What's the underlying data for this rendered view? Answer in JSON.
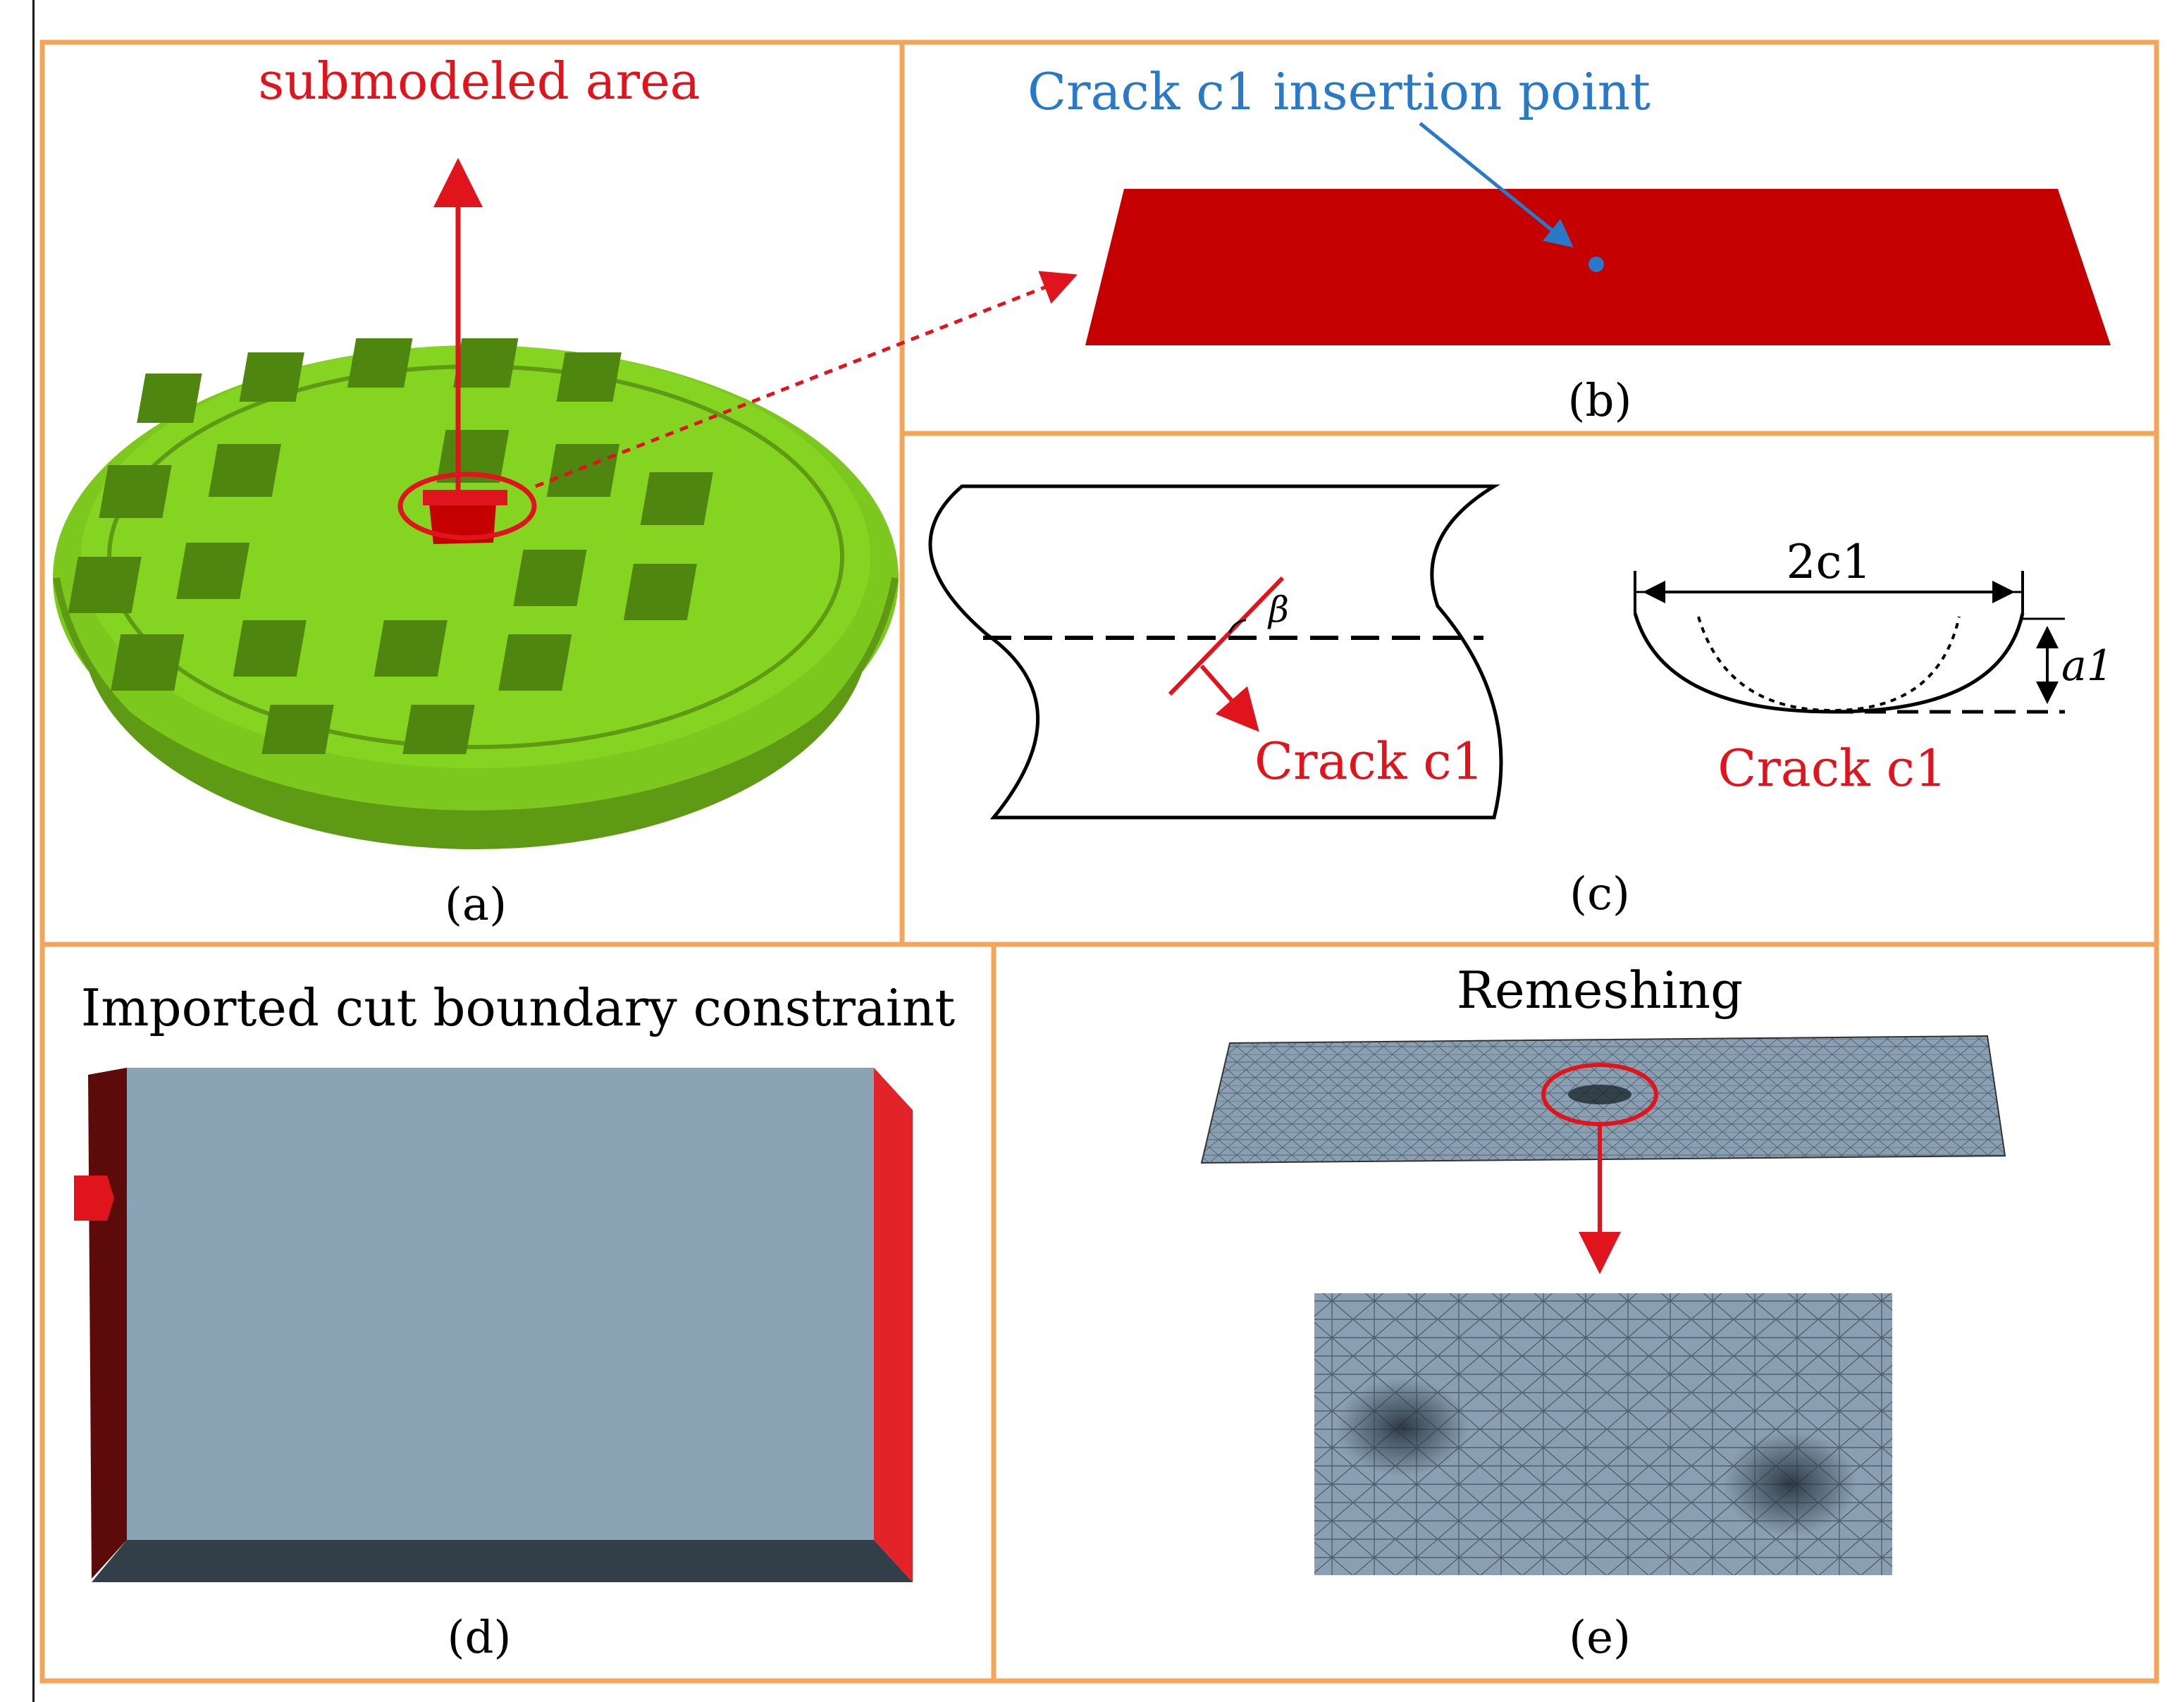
{
  "panels": {
    "a": {
      "caption": "(a)",
      "title": "submodeled area"
    },
    "b": {
      "caption": "(b)",
      "annotation": "Crack c1 insertion point"
    },
    "c": {
      "caption": "(c)",
      "angle": "β",
      "crack_left": "Crack c1",
      "width_label": "2c1",
      "depth_label": "a1",
      "crack_right": "Crack c1"
    },
    "d": {
      "caption": "(d)",
      "title": "Imported cut boundary constraint"
    },
    "e": {
      "caption": "(e)",
      "title": "Remeshing"
    }
  },
  "colors": {
    "frame": "#F5A55A",
    "green_body": "#7DC81E",
    "red_accent": "#E0141C",
    "blue_accent": "#2879C8",
    "crack_plate": "#C40000",
    "box_face": "#8AA3B5",
    "mesh": "#7C93A6"
  }
}
